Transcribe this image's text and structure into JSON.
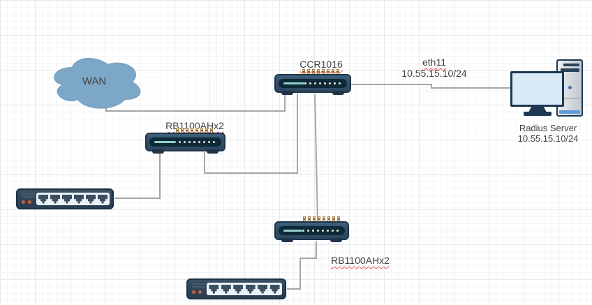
{
  "devices": {
    "wan": {
      "label": "WAN"
    },
    "ccr1016": {
      "label": "CCR1016"
    },
    "rb1100_top": {
      "label": "RB1100AHx2"
    },
    "rb1100_bottom": {
      "label": "RB1100AHx2"
    },
    "radius_server": {
      "name": "Radius Server",
      "ip": "10.55.15.10/24"
    }
  },
  "links": {
    "ccr_to_server": {
      "interface": "eth11",
      "ip": "10.55.15.10/24"
    }
  },
  "colors": {
    "device_body": "#35506a",
    "device_border": "#203448",
    "switch_panel": "#eaf2f8",
    "led_orange": "#c7603b",
    "cloud_blue": "#7da7c7",
    "wire_gray": "#a6a6a6",
    "misspell_red": "#e05252",
    "screen_blue": "#d9eaf6"
  }
}
